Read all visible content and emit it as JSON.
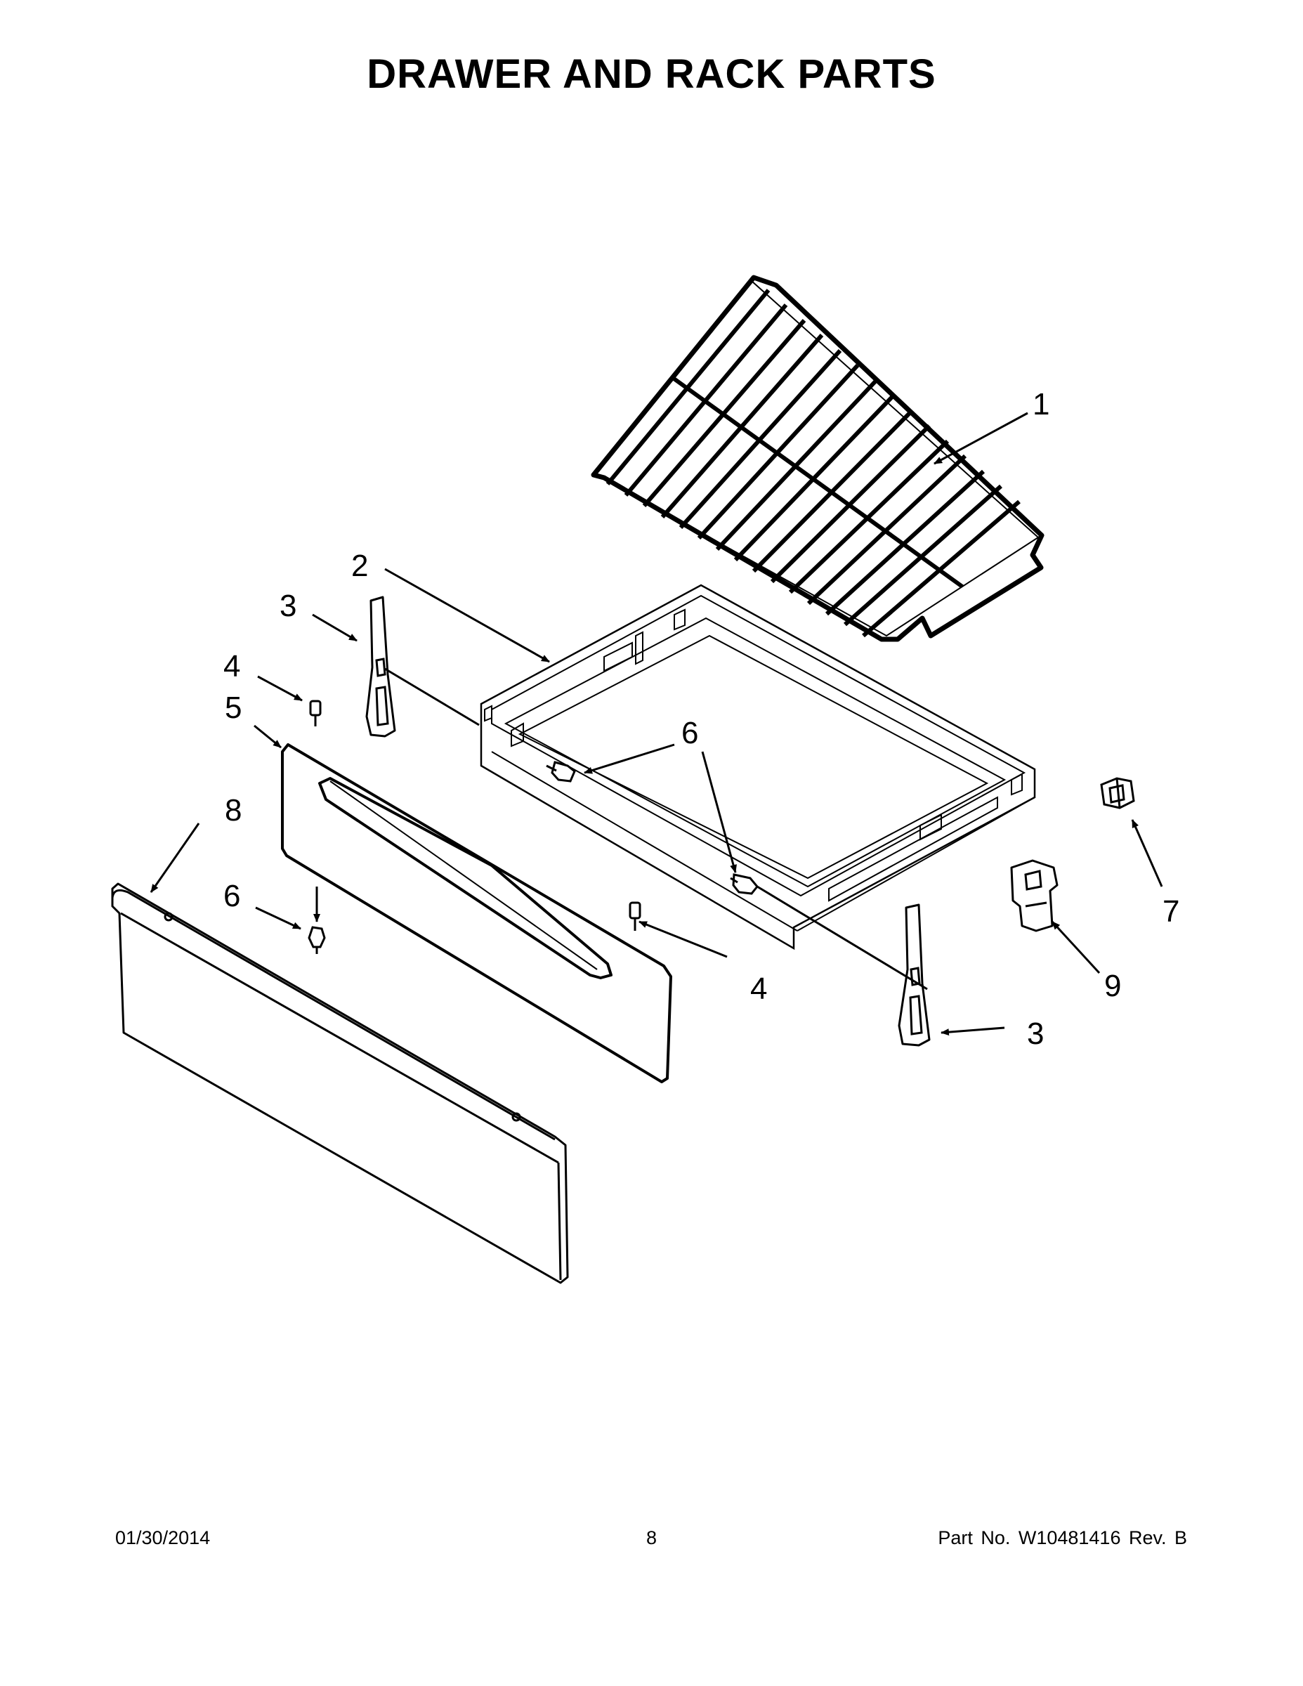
{
  "title": "DRAWER AND RACK PARTS",
  "callouts": {
    "c1": "1",
    "c2": "2",
    "c3a": "3",
    "c3b": "3",
    "c4a": "4",
    "c4b": "4",
    "c5": "5",
    "c6a": "6",
    "c6b": "6",
    "c7": "7",
    "c8": "8",
    "c9": "9"
  },
  "footer": {
    "date": "01/30/2014",
    "page": "8",
    "part": "Part No.  W10481416  Rev.  B"
  }
}
